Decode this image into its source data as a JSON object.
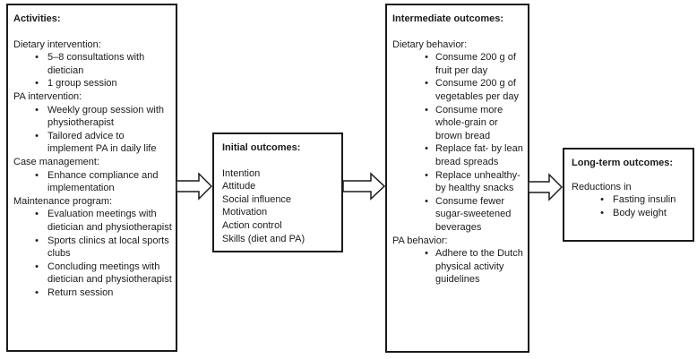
{
  "colors": {
    "background": "#ffffff",
    "border": "#1a1a1a",
    "text": "#1a1a1a",
    "arrow_fill": "#ffffff"
  },
  "icons": {
    "bullet": "•",
    "arrow": "right-block-arrow"
  },
  "boxes": {
    "activities": {
      "title": "Activities:",
      "sections": [
        {
          "label": "Dietary intervention:",
          "bullets": [
            "5–8 consultations with dietician",
            "1 group session"
          ]
        },
        {
          "label": "PA intervention:",
          "bullets": [
            "Weekly group session with physiotherapist",
            "Tailored advice to implement PA in daily life"
          ]
        },
        {
          "label": "Case management:",
          "bullets": [
            "Enhance compliance and implementation"
          ]
        },
        {
          "label": "Maintenance program:",
          "bullets": [
            "Evaluation meetings with dietician and physiotherapist",
            "Sports clinics at local sports clubs",
            "Concluding meetings with dietician and physiotherapist",
            "Return session"
          ]
        }
      ]
    },
    "initial": {
      "title": "Initial outcomes:",
      "items": [
        "Intention",
        "Attitude",
        "Social influence",
        "Motivation",
        "Action control",
        "Skills (diet and PA)"
      ]
    },
    "intermediate": {
      "title": "Intermediate outcomes:",
      "sections": [
        {
          "label": "Dietary behavior:",
          "bullets": [
            "Consume 200 g of fruit per day",
            "Consume 200 g of vegetables per day",
            "Consume more whole-grain or brown bread",
            "Replace fat- by lean bread spreads",
            "Replace unhealthy- by healthy snacks",
            "Consume fewer sugar-sweetened beverages"
          ]
        },
        {
          "label": "PA behavior:",
          "bullets": [
            "Adhere to the Dutch physical activity guidelines"
          ]
        }
      ]
    },
    "longterm": {
      "title": "Long-term outcomes:",
      "intro": "Reductions in",
      "bullets": [
        "Fasting insulin",
        "Body weight"
      ]
    }
  }
}
